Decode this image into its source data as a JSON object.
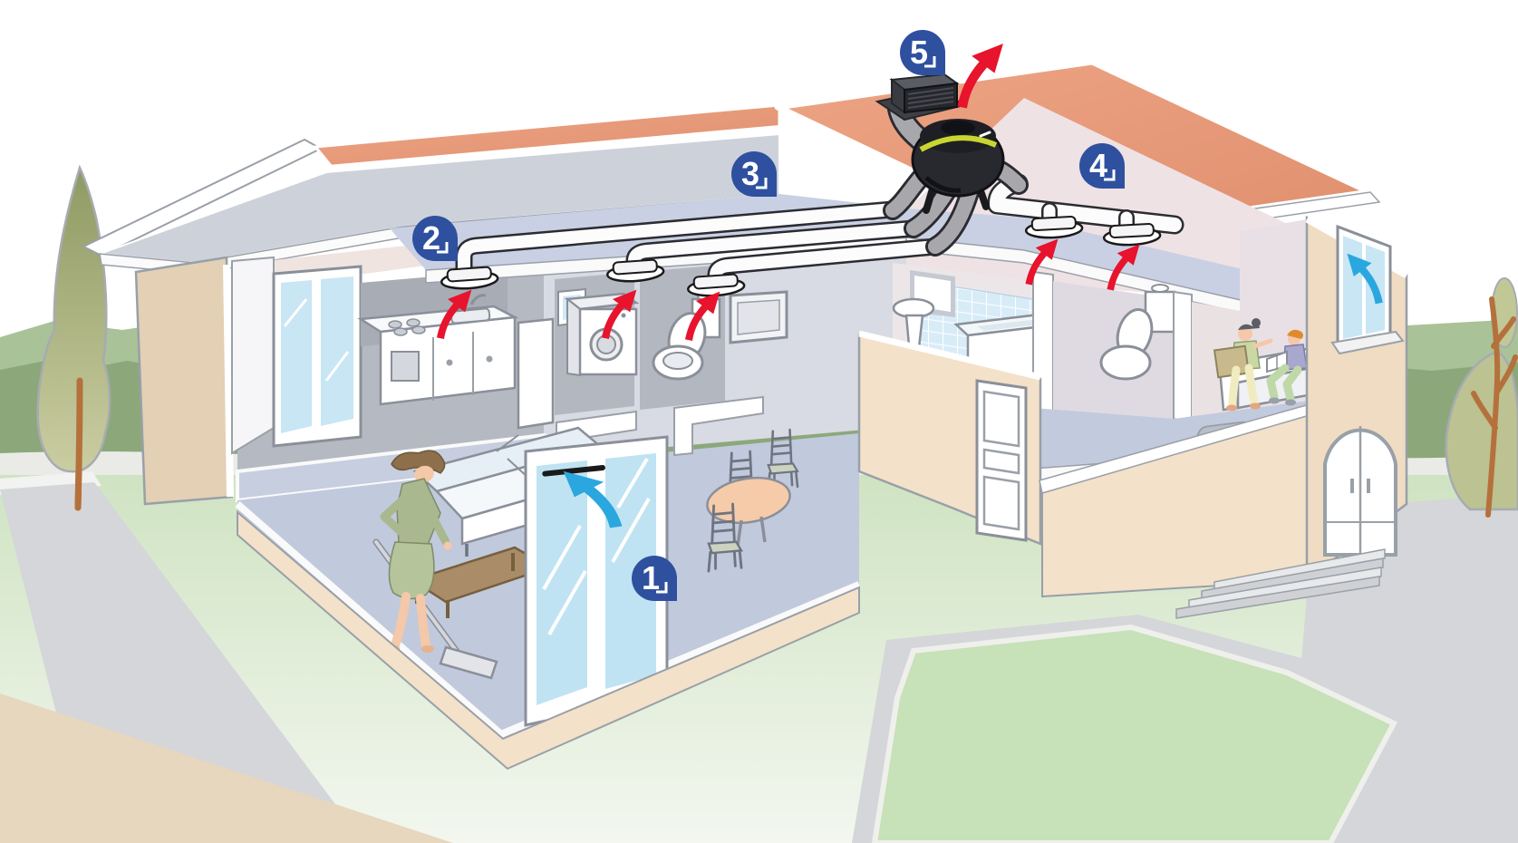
{
  "badges": [
    {
      "label": "1"
    },
    {
      "label": "2"
    },
    {
      "label": "3"
    },
    {
      "label": "4"
    },
    {
      "label": "5"
    }
  ],
  "arrows": {
    "extract_arrow_count": 6,
    "intake_arrow_count": 2,
    "extract_arrow_color": "#E8132C",
    "intake_arrow_color": "#2AA7DE"
  },
  "icons": {
    "badge_1_target": "air-inlet-above-glass-door",
    "badge_2_target": "kitchen-extract-vent",
    "badge_3_target": "rigid-duct-network",
    "badge_4_target": "bathroom-extract-vents",
    "badge_5_target": "roof-exhaust-outlet"
  },
  "colors": {
    "badge_blue": "#2E509F",
    "roof_tile_salmon": "#E79B7B",
    "roof_underside_gray": "#CDD2DA",
    "wall_cut_tan": "#F4E1C9",
    "floor_blue_gray": "#C1C9DD",
    "ceiling_blue_gray": "#C9D0E3",
    "duct_white": "#FCFCFD",
    "flex_duct_gray": "#C6C6CA",
    "fan_black": "#26272B",
    "fan_band_yellow_green": "#C9D62F",
    "hedge_green": "#8CA87B",
    "hedge_light_green": "#A9C298",
    "lawn_green": "#C7E1B8",
    "path_gray": "#D4D6D9",
    "path_beige": "#E7D7BF",
    "glass_blue": "#C5E4F4",
    "tile_blue": "#D8ECF8"
  }
}
